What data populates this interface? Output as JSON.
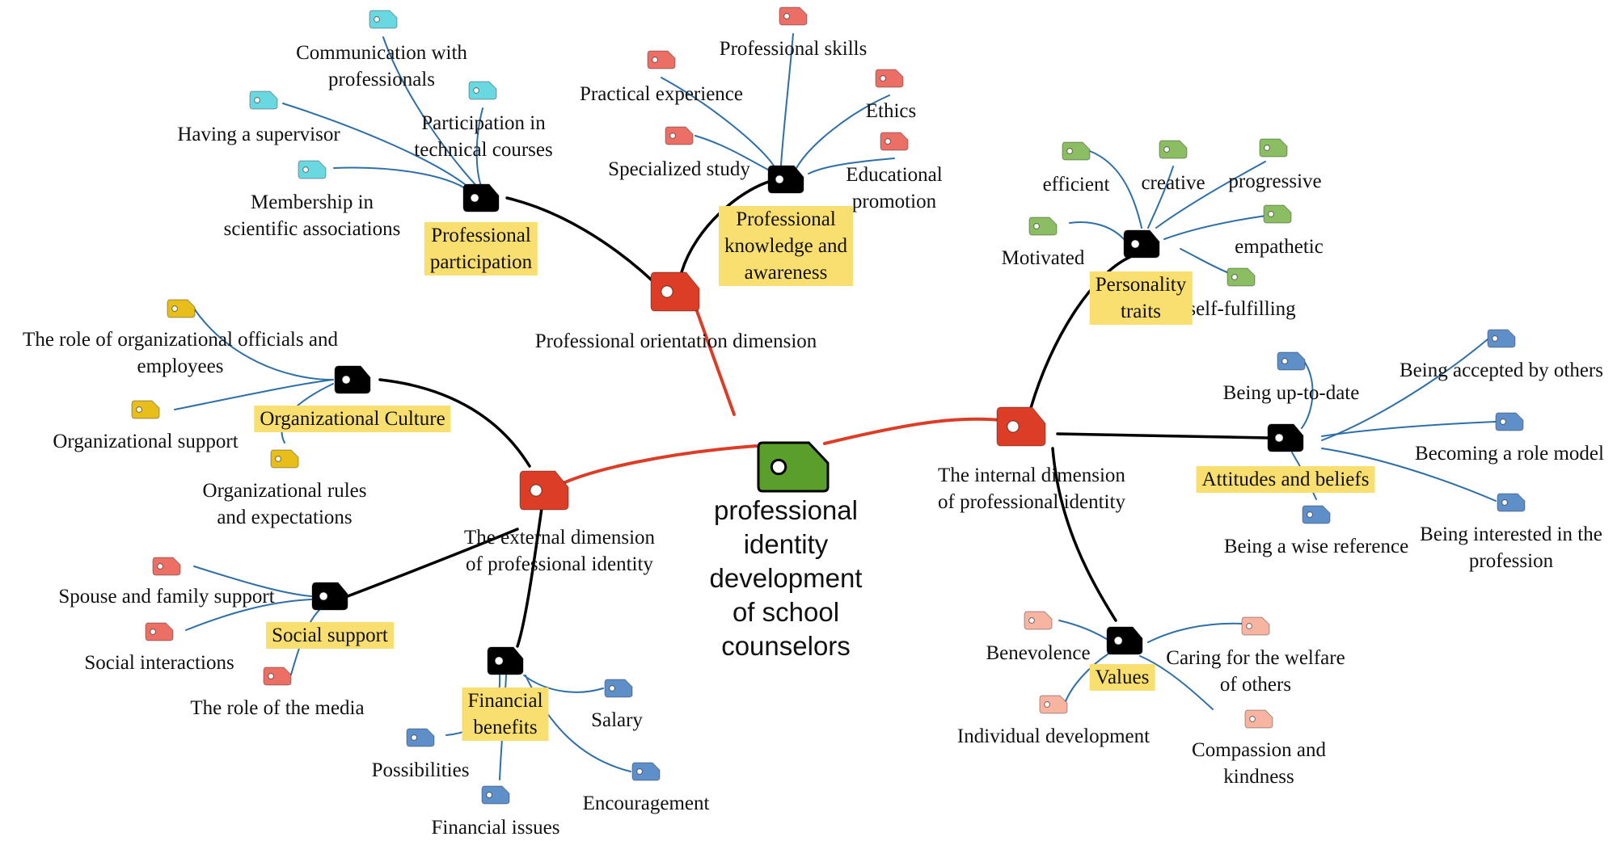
{
  "colors": {
    "root": "#5a9e2c",
    "dimension": "#dc3d26",
    "category": "#000000",
    "cyan": "#6ad8e0",
    "red": "#ec6f66",
    "green": "#8bbe62",
    "gold": "#e8be1a",
    "blue": "#5f8fc9",
    "salmon": "#f7b4a0",
    "highlight": "#f8df70",
    "dimension_link": "#dc3d26",
    "category_link": "#000000",
    "leaf_link": "#2f6fa6"
  },
  "root": {
    "lines": [
      "professional",
      "identity",
      "development",
      "of school",
      "counselors"
    ],
    "icon": "tag-icon"
  },
  "dimensions": [
    {
      "id": "orient",
      "lines": [
        "Professional orientation dimension"
      ],
      "icon": "tag-icon",
      "categories": [
        {
          "id": "participation",
          "lines": [
            "Professional",
            "participation"
          ],
          "leaf_color": "cyan",
          "icon": "tag-icon",
          "leaves": [
            {
              "lines": [
                "Communication with",
                "professionals"
              ]
            },
            {
              "lines": [
                "Having a supervisor"
              ]
            },
            {
              "lines": [
                "Participation in",
                "technical courses"
              ]
            },
            {
              "lines": [
                "Membership in",
                "scientific associations"
              ]
            }
          ]
        },
        {
          "id": "knowledge",
          "lines": [
            "Professional",
            "knowledge and",
            "awareness"
          ],
          "leaf_color": "red",
          "icon": "tag-icon",
          "leaves": [
            {
              "lines": [
                "Professional skills"
              ]
            },
            {
              "lines": [
                "Practical experience"
              ]
            },
            {
              "lines": [
                "Ethics"
              ]
            },
            {
              "lines": [
                "Specialized study"
              ]
            },
            {
              "lines": [
                "Educational",
                "promotion"
              ]
            }
          ]
        }
      ]
    },
    {
      "id": "internal",
      "lines": [
        "The internal dimension",
        "of professional identity"
      ],
      "icon": "tag-icon",
      "categories": [
        {
          "id": "personality",
          "lines": [
            "Personality",
            "traits"
          ],
          "leaf_color": "green",
          "icon": "tag-icon",
          "leaves": [
            {
              "lines": [
                "efficient"
              ]
            },
            {
              "lines": [
                "creative"
              ]
            },
            {
              "lines": [
                "progressive"
              ]
            },
            {
              "lines": [
                "Motivated"
              ]
            },
            {
              "lines": [
                "empathetic"
              ]
            },
            {
              "lines": [
                "self-fulfilling"
              ]
            }
          ]
        },
        {
          "id": "attitudes",
          "lines": [
            "Attitudes and beliefs"
          ],
          "leaf_color": "blue",
          "icon": "tag-icon",
          "leaves": [
            {
              "lines": [
                "Being up-to-date"
              ]
            },
            {
              "lines": [
                "Being accepted by others"
              ]
            },
            {
              "lines": [
                "Becoming a role model"
              ]
            },
            {
              "lines": [
                "Being a wise reference"
              ]
            },
            {
              "lines": [
                "Being interested in the",
                "profession"
              ]
            }
          ]
        },
        {
          "id": "values",
          "lines": [
            "Values"
          ],
          "leaf_color": "salmon",
          "icon": "tag-icon",
          "leaves": [
            {
              "lines": [
                "Benevolence"
              ]
            },
            {
              "lines": [
                "Caring for the welfare",
                "of others"
              ]
            },
            {
              "lines": [
                "Individual development"
              ]
            },
            {
              "lines": [
                "Compassion and",
                "kindness"
              ]
            }
          ]
        }
      ]
    },
    {
      "id": "external",
      "lines": [
        "The external dimension",
        "of professional identity"
      ],
      "icon": "tag-icon",
      "categories": [
        {
          "id": "culture",
          "lines": [
            "Organizational Culture"
          ],
          "leaf_color": "gold",
          "icon": "tag-icon",
          "leaves": [
            {
              "lines": [
                "The role of organizational officials and",
                "employees"
              ]
            },
            {
              "lines": [
                "Organizational support"
              ]
            },
            {
              "lines": [
                "Organizational rules",
                "and expectations"
              ]
            }
          ]
        },
        {
          "id": "social",
          "lines": [
            "Social support"
          ],
          "leaf_color": "red",
          "icon": "tag-icon",
          "leaves": [
            {
              "lines": [
                "Spouse and family support"
              ]
            },
            {
              "lines": [
                "Social interactions"
              ]
            },
            {
              "lines": [
                "The role of the media"
              ]
            }
          ]
        },
        {
          "id": "financial",
          "lines": [
            "Financial",
            "benefits"
          ],
          "leaf_color": "blue",
          "icon": "tag-icon",
          "leaves": [
            {
              "lines": [
                "Salary"
              ]
            },
            {
              "lines": [
                "Possibilities"
              ]
            },
            {
              "lines": [
                "Encouragement"
              ]
            },
            {
              "lines": [
                "Financial issues"
              ]
            }
          ]
        }
      ]
    }
  ]
}
